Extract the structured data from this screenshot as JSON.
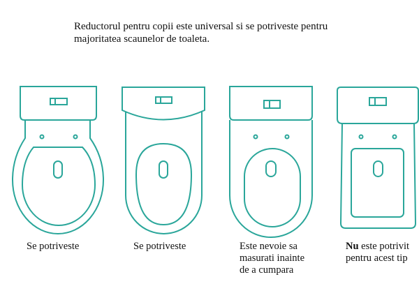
{
  "intro": {
    "line1": "Reductorul pentru copii este universal si se potriveste pentru",
    "line2": "majoritatea scaunelor de toaleta."
  },
  "accent_color": "#2aa69a",
  "toilets": [
    {
      "label": "Se potriveste"
    },
    {
      "label": "Se potriveste"
    },
    {
      "label": "Este nevoie sa masurati inainte de a cumpara"
    },
    {
      "label_bold": "Nu",
      "label": "este potrivit pentru acest tip"
    }
  ]
}
